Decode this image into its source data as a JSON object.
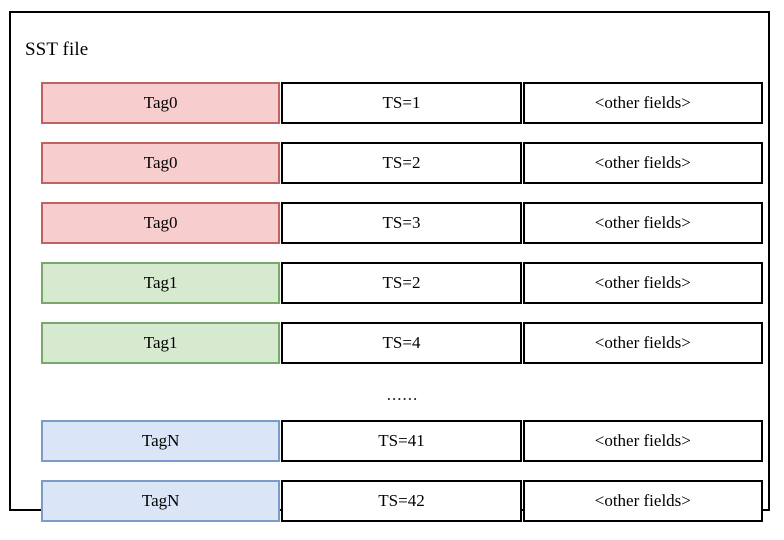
{
  "diagram": {
    "title": "SST file",
    "columns": [
      "tag",
      "timestamp",
      "other"
    ],
    "ellipsis": "......",
    "colors": {
      "pink_fill": "#f7cdcd",
      "pink_border": "#bf6264",
      "green_fill": "#d6ead0",
      "green_border": "#7aa86a",
      "blue_fill": "#dae5f7",
      "blue_border": "#7a9cc6",
      "frame_border": "#000000",
      "cell_border": "#000000",
      "text": "#000000"
    },
    "rows": [
      {
        "tag": "Tag0",
        "ts": "TS=1",
        "other": "<other fields>",
        "color": "pink"
      },
      {
        "tag": "Tag0",
        "ts": "TS=2",
        "other": "<other fields>",
        "color": "pink"
      },
      {
        "tag": "Tag0",
        "ts": "TS=3",
        "other": "<other fields>",
        "color": "pink"
      },
      {
        "tag": "Tag1",
        "ts": "TS=2",
        "other": "<other fields>",
        "color": "green"
      },
      {
        "tag": "Tag1",
        "ts": "TS=4",
        "other": "<other fields>",
        "color": "green"
      },
      {
        "tag": "TagN",
        "ts": "TS=41",
        "other": "<other fields>",
        "color": "blue"
      },
      {
        "tag": "TagN",
        "ts": "TS=42",
        "other": "<other fields>",
        "color": "blue"
      }
    ],
    "ellipsis_after_index": 4
  }
}
